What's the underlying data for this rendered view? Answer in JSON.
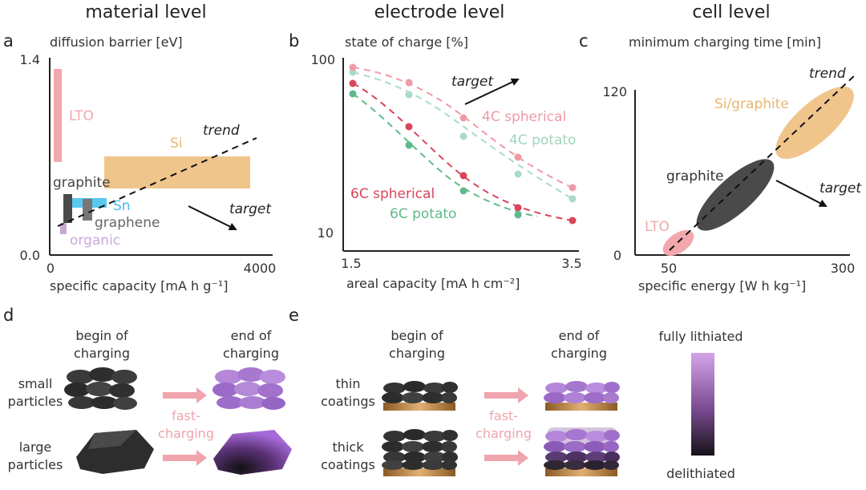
{
  "colors": {
    "lto": "#f2a7ad",
    "si": "#f0c58b",
    "sn": "#5bc8ee",
    "graphite": "#4a4a4a",
    "graphene": "#777777",
    "organic": "#c9a8d9",
    "red": "#d9455a",
    "pink": "#ee9ba6",
    "green": "#5fb98a",
    "mint": "#a8dcc4",
    "purple": "#9b5fd0",
    "arrow_pink": "#f0a4ad"
  },
  "headers": {
    "material": "material level",
    "electrode": "electrode level",
    "cell": "cell level"
  },
  "panel_a": {
    "label": "a",
    "ylabel": "diffusion barrier [eV]",
    "xlabel": "specific capacity [mA h g⁻¹]",
    "yticks": [
      "1.4",
      "0.0"
    ],
    "xticks": [
      "0",
      "4000"
    ],
    "trend": "trend",
    "target": "target",
    "materials": {
      "lto": "LTO",
      "si": "Si",
      "graphite": "graphite",
      "sn": "Sn",
      "graphene": "graphene",
      "organic": "organic"
    }
  },
  "panel_b": {
    "label": "b",
    "ylabel": "state of charge [%]",
    "xlabel": "areal capacity [mA h cm⁻²]",
    "yticks": [
      "100",
      "10"
    ],
    "xticks": [
      "1.5",
      "3.5"
    ],
    "target": "target",
    "series_labels": {
      "s4": "4C spherical",
      "p4": "4C potato",
      "s6": "6C spherical",
      "p6": "6C potato"
    }
  },
  "panel_c": {
    "label": "c",
    "ylabel": "minimum charging time [min]",
    "xlabel": "specific energy [W h kg⁻¹]",
    "yticks": [
      "120",
      "0"
    ],
    "xticks": [
      "50",
      "300"
    ],
    "trend": "trend",
    "target": "target",
    "materials": {
      "sigraphite": "Si/graphite",
      "graphite": "graphite",
      "lto": "LTO"
    }
  },
  "panel_d": {
    "label": "d",
    "begin": [
      "begin of",
      "charging"
    ],
    "end": [
      "end of",
      "charging"
    ],
    "row1": [
      "small",
      "particles"
    ],
    "row2": [
      "large",
      "particles"
    ],
    "arrow": [
      "fast-",
      "charging"
    ]
  },
  "panel_e": {
    "label": "e",
    "begin": [
      "begin of",
      "charging"
    ],
    "end": [
      "end of",
      "charging"
    ],
    "row1": [
      "thin",
      "coatings"
    ],
    "row2": [
      "thick",
      "coatings"
    ],
    "arrow": [
      "fast-",
      "charging"
    ]
  },
  "legend": {
    "top": "fully lithiated",
    "bottom": "delithiated"
  }
}
